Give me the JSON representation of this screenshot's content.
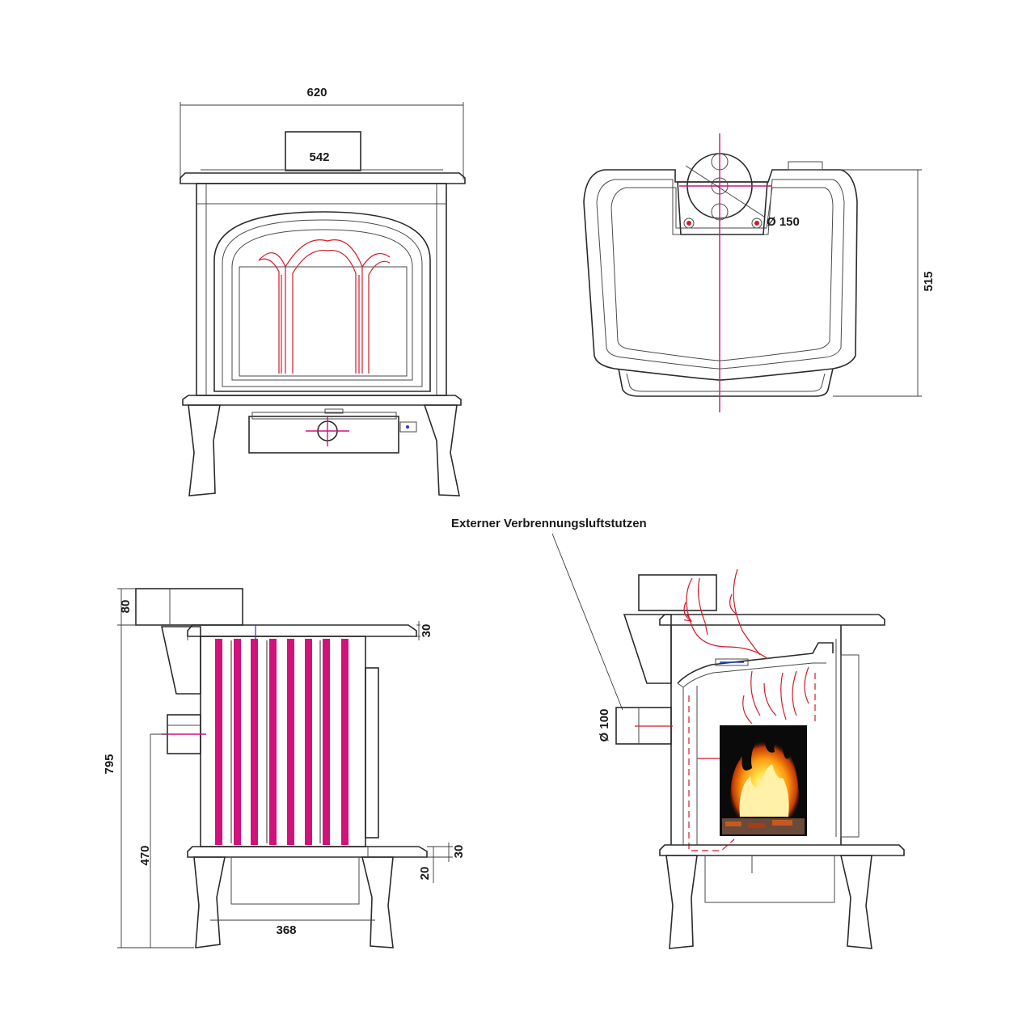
{
  "dimensions": {
    "front_width": "620",
    "front_top": "542",
    "top_depth": "515",
    "flue_diameter": "Ø 150",
    "side_flue_height": "80",
    "side_top_plate": "30",
    "side_total_height": "795",
    "side_inlet_height": "470",
    "side_base_plate": "30",
    "side_base_offset": "20",
    "side_leg_span": "368",
    "air_inlet_diameter": "Ø 100"
  },
  "annotations": {
    "external_air_label": "Externer Verbrennungsluftstutzen"
  },
  "colors": {
    "line": "#2b2b2b",
    "heat_flow": "#d21a2a",
    "convection_tubes": "#d0127a",
    "flame_bg": "#0a0a0a"
  }
}
